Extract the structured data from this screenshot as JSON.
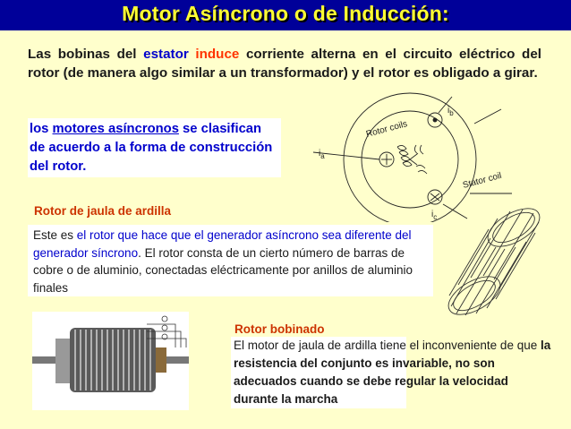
{
  "slide": {
    "title": "Motor Asíncrono o de Inducción:",
    "intro": {
      "p1": "Las bobinas del ",
      "estator": "estator",
      "induce": "induce",
      "p2": " corriente alterna en el circuito eléctrico del rotor (de manera algo similar a un transformador) y el rotor es obligado a girar."
    },
    "classify": {
      "p1": "los ",
      "link": "motores asíncronos",
      "p2": " se clasifican de acuerdo a la forma de construcción del rotor."
    },
    "jaula": {
      "label": "Rotor de jaula de ardilla",
      "p1": "Este es ",
      "blue": "el rotor que hace que el generador asíncrono sea diferente del generador síncrono",
      "p2": ". El rotor consta de un cierto número de barras de cobre o de aluminio, conectadas eléctricamente por anillos de aluminio finales"
    },
    "bobinado": {
      "label": "Rotor bobinado",
      "p1": "El motor de jaula de ardilla tiene el inconveniente de que ",
      "bold": "la resistencia del conjunto es invariable, no son adecuados cuando se debe regular la velocidad durante la marcha"
    },
    "diagram": {
      "rotor_coils": "Rotor coils",
      "stator_coil": "Stator coil",
      "ia": "i",
      "ia_sub": "a",
      "ib": "i",
      "ib_sub": "b",
      "ic": "i",
      "ic_sub": "c"
    }
  }
}
